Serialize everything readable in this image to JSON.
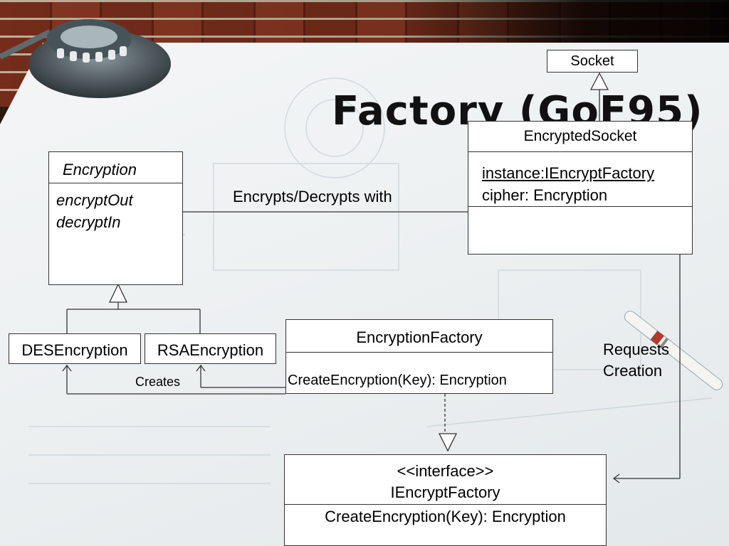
{
  "title": "Factory (GoF95)",
  "socket": {
    "name": "Socket"
  },
  "encrypted_socket": {
    "name": "EncryptedSocket",
    "attributes": [
      "instance:IEncryptFactory",
      "cipher: Encryption"
    ]
  },
  "encryption": {
    "name": "Encryption",
    "methods": [
      "encryptOut",
      "decryptIn"
    ]
  },
  "des": {
    "name": "DESEncryption"
  },
  "rsa": {
    "name": "RSAEncryption"
  },
  "encryption_factory": {
    "name": "EncryptionFactory",
    "method": "CreateEncryption(Key): Encryption"
  },
  "iencrypt_factory": {
    "stereotype": "<<interface>>",
    "name": "IEncryptFactory",
    "method": "CreateEncryption(Key): Encryption"
  },
  "labels": {
    "encrypts_decrypts": "Encrypts/Decrypts with",
    "creates": "Creates",
    "requests_line1": "Requests",
    "requests_line2": "Creation"
  },
  "colors": {
    "line": "#333333",
    "title": "#111111",
    "brick": "#7a2e1c"
  }
}
